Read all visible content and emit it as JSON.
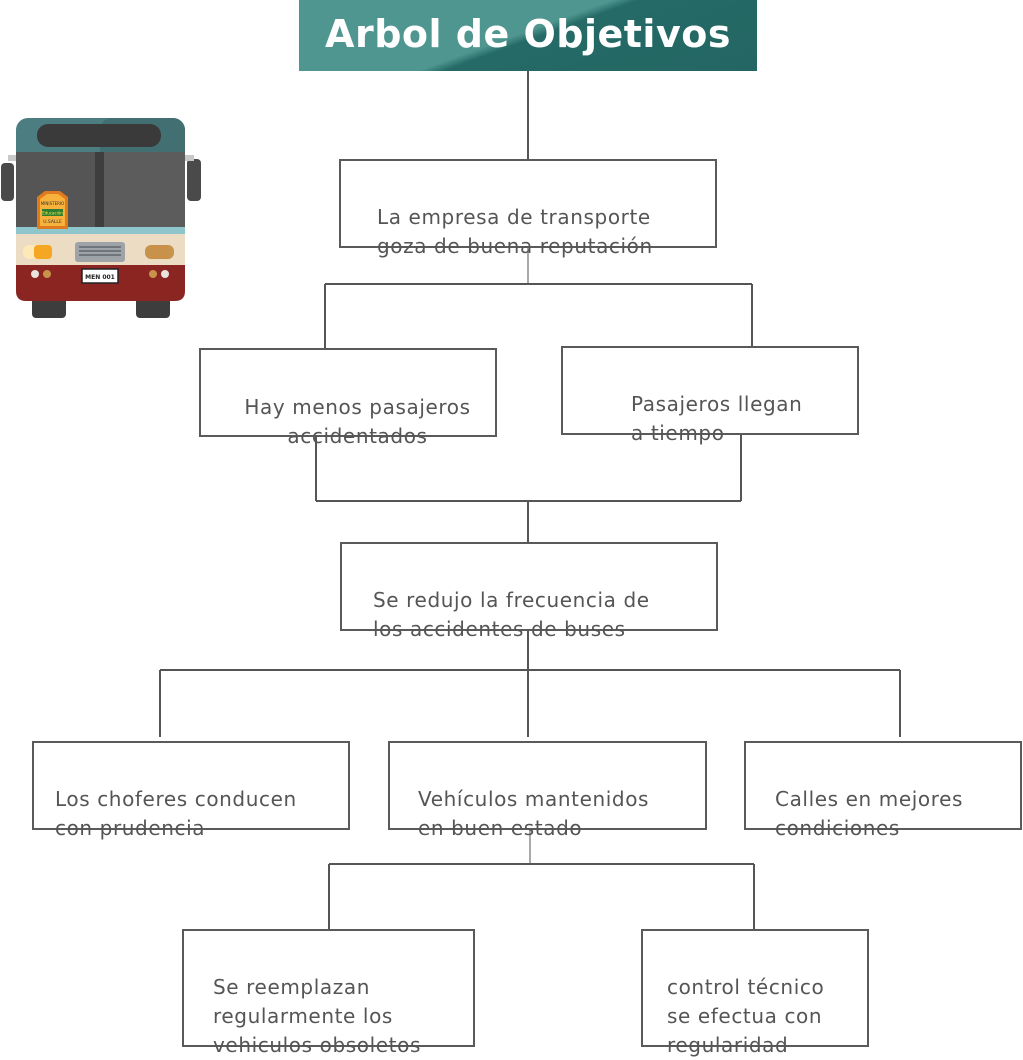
{
  "title": "Arbol de Objetivos",
  "bus": {
    "badge_top": "MINISTERIO",
    "badge_mid": "Educación",
    "badge_bottom": "U.SALLE",
    "plate": "MEN 001"
  },
  "nodes": {
    "reputation": "La empresa de transporte\ngoza de buena reputación",
    "fewer_injured": "Hay menos pasajeros\naccidentados",
    "on_time": "Pasajeros llegan\na tiempo",
    "reduced_accidents": "Se redujo la frecuencia de\nlos accidentes de buses",
    "prudent_drivers": "Los choferes conducen\ncon prudencia",
    "maintained_vehicles": "Vehículos mantenidos\nen buen estado",
    "better_streets": "Calles en mejores\ncondiciones",
    "replace_obsolete": "Se reemplazan\nregularmente los\nvehiculos obsoletos",
    "technical_control": "control técnico\nse efectua con\nregularidad"
  }
}
